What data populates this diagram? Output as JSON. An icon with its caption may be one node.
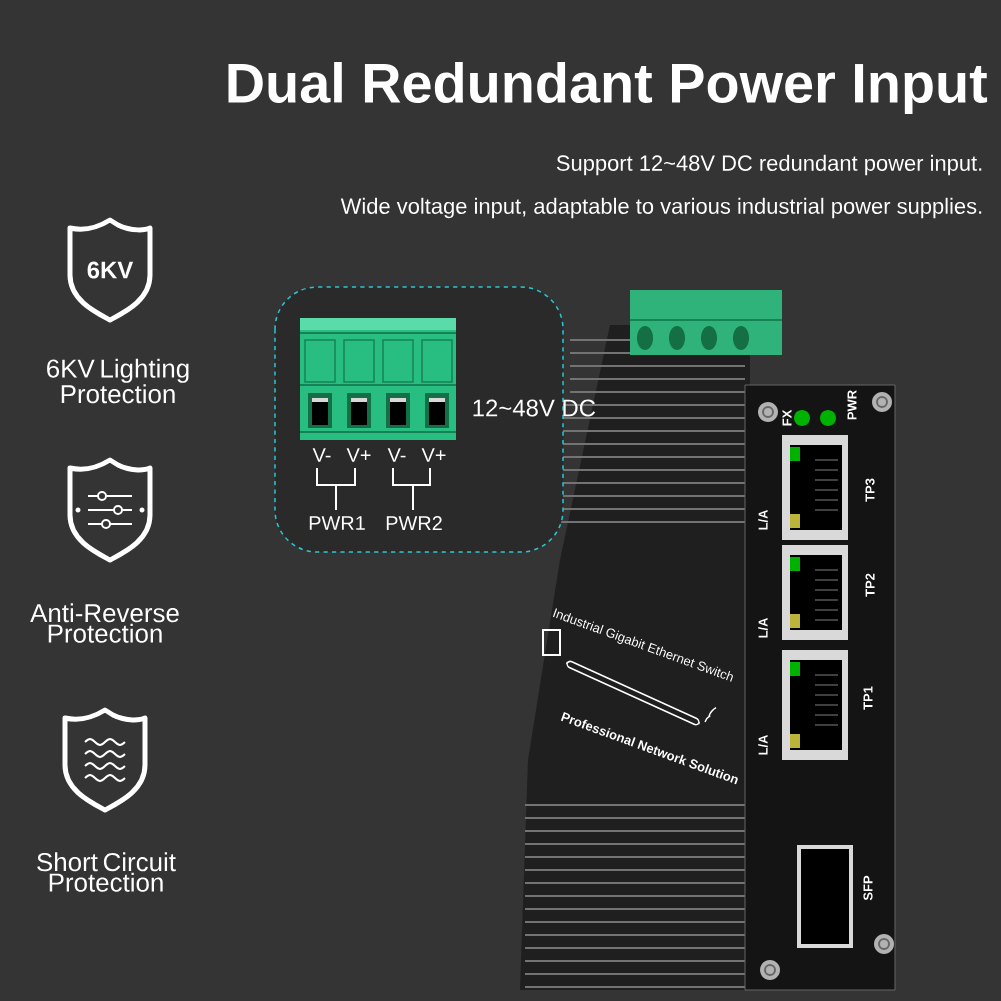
{
  "diagram": {
    "title": "Dual Redundant Power Input",
    "labels": [
      "Support 12~48V DC redundant power input.",
      "Wide voltage input, adaptable to various industrial power supplies.",
      "6KV",
      "6KV Lighting Protection",
      "Anti-Reverse Protection",
      "Short Circuit Protection",
      "V-",
      "V+",
      "V-",
      "V+",
      "PWR1",
      "PWR2",
      "12~48V DC",
      "FX",
      "PWR",
      "TP3",
      "TP2",
      "TP1",
      "L/A",
      "L/A",
      "L/A",
      "SFP",
      "Industrial Gigabit Ethernet Switch",
      "Professional Network Solution"
    ]
  }
}
